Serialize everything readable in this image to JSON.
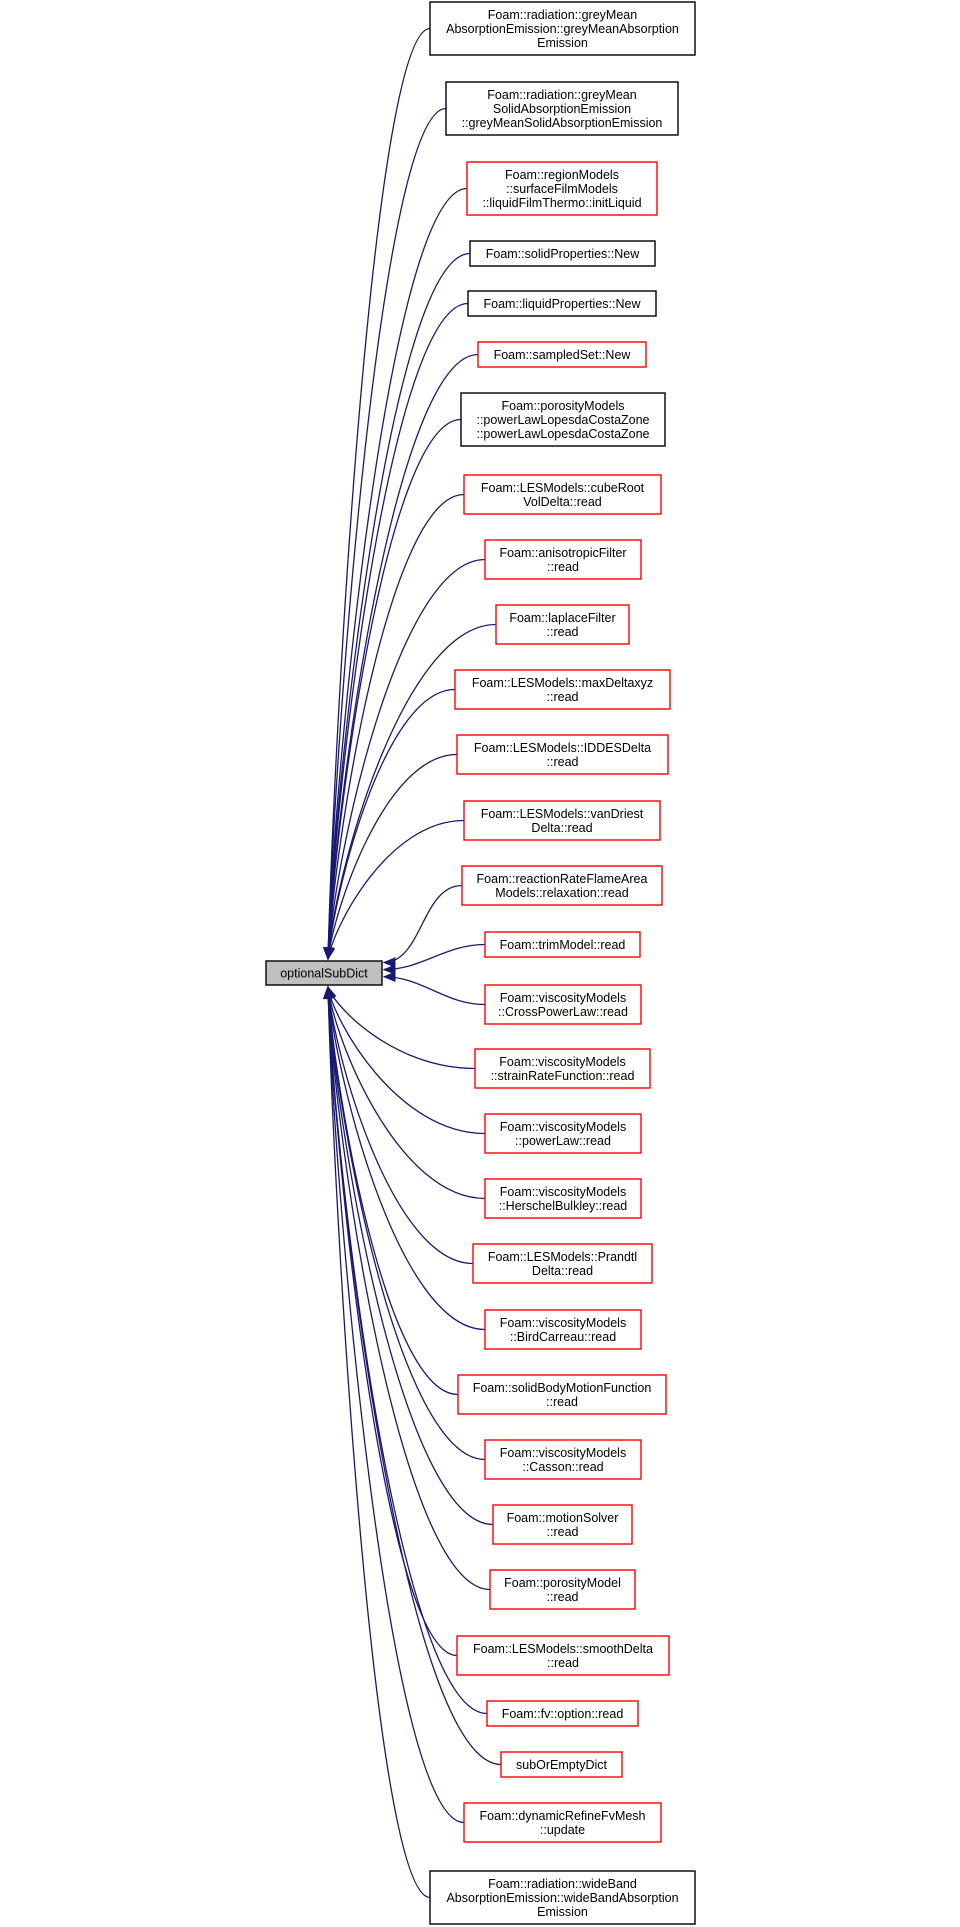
{
  "graph": {
    "edge_color": "#191970",
    "root": {
      "id": "optionalSubDict",
      "lines": [
        "optionalSubDict"
      ],
      "border": "black",
      "fill": "#bfbfbf"
    },
    "nodes": [
      {
        "id": "n0",
        "border": "black",
        "lines": [
          "Foam::radiation::greyMean",
          "AbsorptionEmission::greyMeanAbsorption",
          "Emission"
        ]
      },
      {
        "id": "n1",
        "border": "black",
        "lines": [
          "Foam::radiation::greyMean",
          "SolidAbsorptionEmission",
          "::greyMeanSolidAbsorptionEmission"
        ]
      },
      {
        "id": "n2",
        "border": "red",
        "lines": [
          "Foam::regionModels",
          "::surfaceFilmModels",
          "::liquidFilmThermo::initLiquid"
        ]
      },
      {
        "id": "n3",
        "border": "black",
        "lines": [
          "Foam::solidProperties::New"
        ]
      },
      {
        "id": "n4",
        "border": "black",
        "lines": [
          "Foam::liquidProperties::New"
        ]
      },
      {
        "id": "n5",
        "border": "red",
        "lines": [
          "Foam::sampledSet::New"
        ]
      },
      {
        "id": "n6",
        "border": "black",
        "lines": [
          "Foam::porosityModels",
          "::powerLawLopesdaCostaZone",
          "::powerLawLopesdaCostaZone"
        ]
      },
      {
        "id": "n7",
        "border": "red",
        "lines": [
          "Foam::LESModels::cubeRoot",
          "VolDelta::read"
        ]
      },
      {
        "id": "n8",
        "border": "red",
        "lines": [
          "Foam::anisotropicFilter",
          "::read"
        ]
      },
      {
        "id": "n9",
        "border": "red",
        "lines": [
          "Foam::laplaceFilter",
          "::read"
        ]
      },
      {
        "id": "n10",
        "border": "red",
        "lines": [
          "Foam::LESModels::maxDeltaxyz",
          "::read"
        ]
      },
      {
        "id": "n11",
        "border": "red",
        "lines": [
          "Foam::LESModels::IDDESDelta",
          "::read"
        ]
      },
      {
        "id": "n12",
        "border": "red",
        "lines": [
          "Foam::LESModels::vanDriest",
          "Delta::read"
        ]
      },
      {
        "id": "n13",
        "border": "red",
        "lines": [
          "Foam::reactionRateFlameArea",
          "Models::relaxation::read"
        ]
      },
      {
        "id": "n14",
        "border": "red",
        "lines": [
          "Foam::trimModel::read"
        ]
      },
      {
        "id": "n15",
        "border": "red",
        "lines": [
          "Foam::viscosityModels",
          "::CrossPowerLaw::read"
        ]
      },
      {
        "id": "n16",
        "border": "red",
        "lines": [
          "Foam::viscosityModels",
          "::strainRateFunction::read"
        ]
      },
      {
        "id": "n17",
        "border": "red",
        "lines": [
          "Foam::viscosityModels",
          "::powerLaw::read"
        ]
      },
      {
        "id": "n18",
        "border": "red",
        "lines": [
          "Foam::viscosityModels",
          "::HerschelBulkley::read"
        ]
      },
      {
        "id": "n19",
        "border": "red",
        "lines": [
          "Foam::LESModels::Prandtl",
          "Delta::read"
        ]
      },
      {
        "id": "n20",
        "border": "red",
        "lines": [
          "Foam::viscosityModels",
          "::BirdCarreau::read"
        ]
      },
      {
        "id": "n21",
        "border": "red",
        "lines": [
          "Foam::solidBodyMotionFunction",
          "::read"
        ]
      },
      {
        "id": "n22",
        "border": "red",
        "lines": [
          "Foam::viscosityModels",
          "::Casson::read"
        ]
      },
      {
        "id": "n23",
        "border": "red",
        "lines": [
          "Foam::motionSolver",
          "::read"
        ]
      },
      {
        "id": "n24",
        "border": "red",
        "lines": [
          "Foam::porosityModel",
          "::read"
        ]
      },
      {
        "id": "n25",
        "border": "red",
        "lines": [
          "Foam::LESModels::smoothDelta",
          "::read"
        ]
      },
      {
        "id": "n26",
        "border": "red",
        "lines": [
          "Foam::fv::option::read"
        ]
      },
      {
        "id": "n27",
        "border": "red",
        "lines": [
          "subOrEmptyDict"
        ]
      },
      {
        "id": "n28",
        "border": "red",
        "lines": [
          "Foam::dynamicRefineFvMesh",
          "::update"
        ]
      },
      {
        "id": "n29",
        "border": "black",
        "lines": [
          "Foam::radiation::wideBand",
          "AbsorptionEmission::wideBandAbsorption",
          "Emission"
        ]
      }
    ]
  }
}
